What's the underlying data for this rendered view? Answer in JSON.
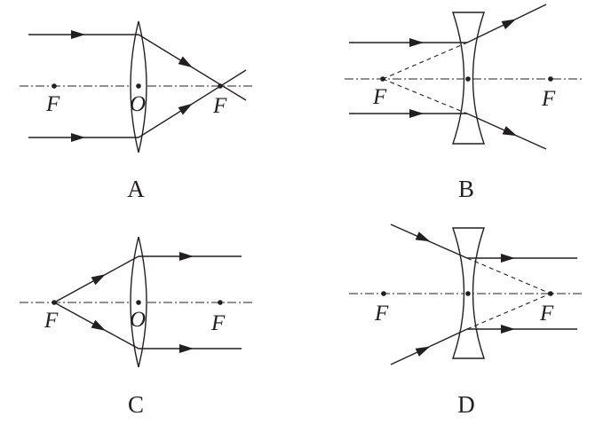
{
  "panels": [
    {
      "id": "A",
      "caption": "A",
      "labels": {
        "focus_left": "F",
        "center": "O",
        "focus_right": "F"
      }
    },
    {
      "id": "B",
      "caption": "B",
      "labels": {
        "focus_left": "F",
        "focus_right": "F"
      }
    },
    {
      "id": "C",
      "caption": "C",
      "labels": {
        "focus_left": "F",
        "center": "O",
        "focus_right": "F"
      }
    },
    {
      "id": "D",
      "caption": "D",
      "labels": {
        "focus_left": "F",
        "focus_right": "F"
      }
    }
  ]
}
